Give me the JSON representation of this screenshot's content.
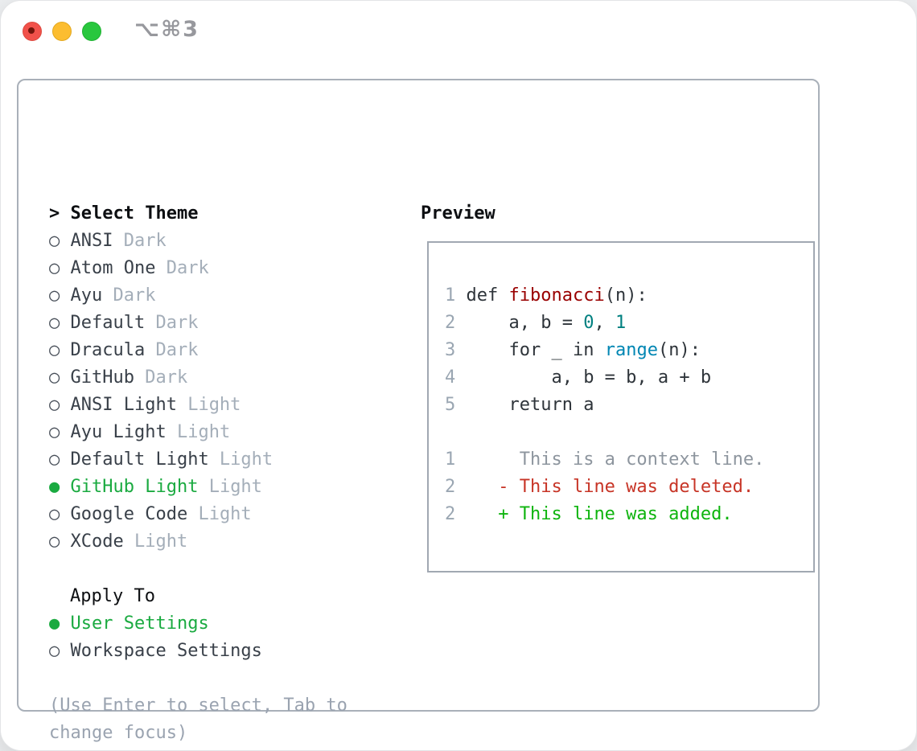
{
  "window": {
    "title": "⌥⌘3"
  },
  "titlebar": {
    "buttons": [
      {
        "name": "close",
        "color": "#f1514a",
        "has_dot": true
      },
      {
        "name": "minimize",
        "color": "#fcbd30",
        "has_dot": false
      },
      {
        "name": "zoom",
        "color": "#29c73e",
        "has_dot": false
      }
    ]
  },
  "theme_picker": {
    "prefix": ">",
    "title": "Select Theme",
    "bullet_selected": "●",
    "bullet_unselected": "○",
    "items": [
      {
        "name": "ANSI",
        "variant": "Dark",
        "selected": false
      },
      {
        "name": "Atom One",
        "variant": "Dark",
        "selected": false
      },
      {
        "name": "Ayu",
        "variant": "Dark",
        "selected": false
      },
      {
        "name": "Default",
        "variant": "Dark",
        "selected": false
      },
      {
        "name": "Dracula",
        "variant": "Dark",
        "selected": false
      },
      {
        "name": "GitHub",
        "variant": "Dark",
        "selected": false
      },
      {
        "name": "ANSI Light",
        "variant": "Light",
        "selected": false
      },
      {
        "name": "Ayu Light",
        "variant": "Light",
        "selected": false
      },
      {
        "name": "Default Light",
        "variant": "Light",
        "selected": false
      },
      {
        "name": "GitHub Light",
        "variant": "Light",
        "selected": true
      },
      {
        "name": "Google Code",
        "variant": "Light",
        "selected": false
      },
      {
        "name": "XCode",
        "variant": "Light",
        "selected": false
      }
    ]
  },
  "apply_to": {
    "title": "Apply To",
    "options": [
      {
        "name": "User Settings",
        "selected": true
      },
      {
        "name": "Workspace Settings",
        "selected": false
      }
    ]
  },
  "hint": "(Use Enter to select, Tab to change focus)",
  "preview": {
    "title": "Preview",
    "lines": [
      {
        "num": "1",
        "tokens": [
          {
            "text": " ",
            "cls": "plain"
          },
          {
            "text": "def",
            "cls": "kw"
          },
          {
            "text": " ",
            "cls": "plain"
          },
          {
            "text": "fibonacci",
            "cls": "fn"
          },
          {
            "text": "(n):",
            "cls": "plain"
          }
        ]
      },
      {
        "num": "2",
        "tokens": [
          {
            "text": "     a, b = ",
            "cls": "plain"
          },
          {
            "text": "0",
            "cls": "num"
          },
          {
            "text": ", ",
            "cls": "plain"
          },
          {
            "text": "1",
            "cls": "num"
          }
        ]
      },
      {
        "num": "3",
        "tokens": [
          {
            "text": "     ",
            "cls": "plain"
          },
          {
            "text": "for",
            "cls": "kw"
          },
          {
            "text": " _ ",
            "cls": "plain"
          },
          {
            "text": "in",
            "cls": "kw"
          },
          {
            "text": " ",
            "cls": "plain"
          },
          {
            "text": "range",
            "cls": "bi"
          },
          {
            "text": "(n):",
            "cls": "plain"
          }
        ]
      },
      {
        "num": "4",
        "tokens": [
          {
            "text": "         a, b = b, a + b",
            "cls": "plain"
          }
        ]
      },
      {
        "num": "5",
        "tokens": [
          {
            "text": "     ",
            "cls": "plain"
          },
          {
            "text": "return",
            "cls": "kw"
          },
          {
            "text": " a",
            "cls": "plain"
          }
        ]
      },
      {
        "num": "",
        "tokens": []
      },
      {
        "num": "1",
        "tokens": [
          {
            "text": "      This is a context line.",
            "cls": "ctx"
          }
        ]
      },
      {
        "num": "2",
        "tokens": [
          {
            "text": "    ",
            "cls": "plain"
          },
          {
            "text": "- This line was deleted.",
            "cls": "del"
          }
        ]
      },
      {
        "num": "2",
        "tokens": [
          {
            "text": "    ",
            "cls": "plain"
          },
          {
            "text": "+ This line was added.",
            "cls": "add"
          }
        ]
      }
    ]
  },
  "colors": {
    "accent_green_selected": "#1aaa40",
    "diff_added_green": "#0eb40e",
    "diff_deleted_red": "#c73426",
    "diff_context_gray": "#8d959e",
    "function_name_red": "#990000",
    "number_teal": "#008080",
    "builtin_blue": "#0086b3",
    "muted_label_gray": "#a4aeb9",
    "hint_gray": "#9aa3b0",
    "line_number_gray": "#9aa6b2",
    "panel_border_gray": "#a9b0b9",
    "titlebar_text_gray": "#97989d",
    "traffic_red": "#f1514a",
    "traffic_yellow": "#fcbd30",
    "traffic_green": "#29c73e"
  }
}
